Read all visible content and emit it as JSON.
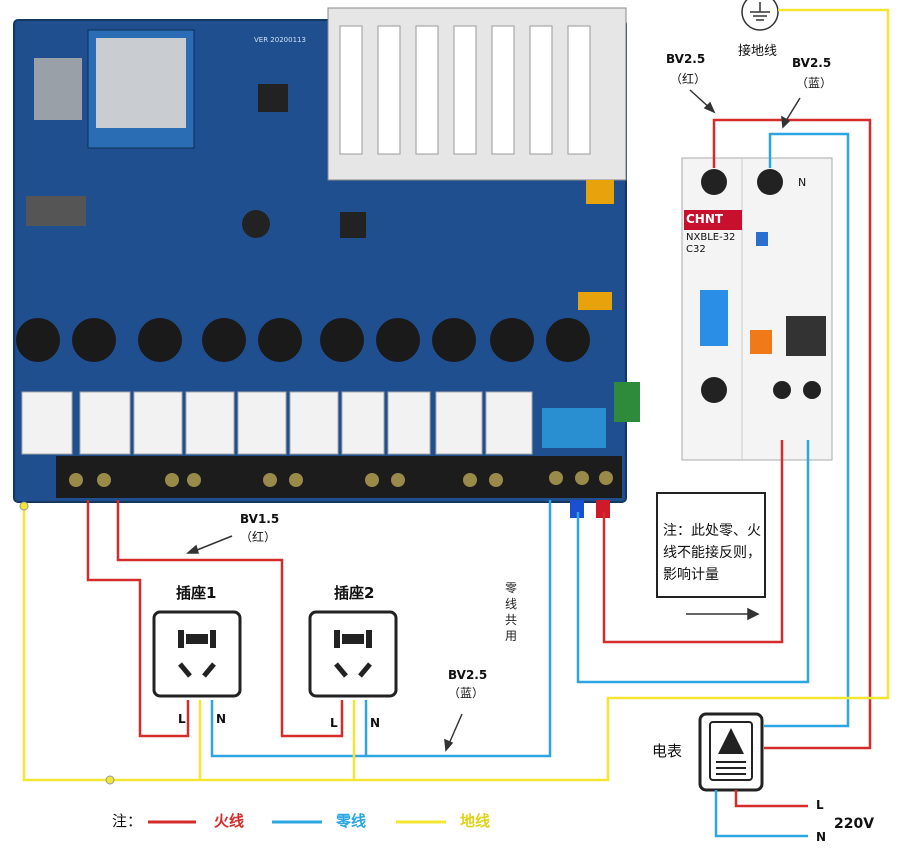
{
  "labels": {
    "ground_wire": "接地线",
    "bv25_red_top": "BV2.5",
    "bv25_red_top_sub": "（红）",
    "bv25_blue_top": "BV2.5",
    "bv25_blue_top_sub": "（蓝）",
    "bv15": "BV1.5",
    "bv15_sub": "（红）",
    "bv25_blue_bottom": "BV2.5",
    "bv25_blue_bottom_sub": "（蓝）",
    "shared_neutral": "零线共用",
    "socket1": "插座1",
    "socket2": "插座2",
    "socket1_L": "L",
    "socket1_N": "N",
    "socket2_L": "L",
    "socket2_N": "N",
    "meter": "电表",
    "mains_L": "L",
    "mains_N": "N",
    "mains_voltage": "220V",
    "breaker_brand": "CHNT",
    "breaker_model": "NXBLE-32",
    "breaker_rating": "C32",
    "breaker_N": "N",
    "board_version": "VER 20200113"
  },
  "note": {
    "text": "注：此处零、火线不能接反则，影响计量"
  },
  "legend": {
    "prefix": "注：",
    "live": "火线",
    "neutral": "零线",
    "ground": "地线"
  },
  "colors": {
    "live": "#d42b2b",
    "neutral": "#2ba6e0",
    "ground": "#f2e632",
    "pcb": "#1f4f8f"
  }
}
